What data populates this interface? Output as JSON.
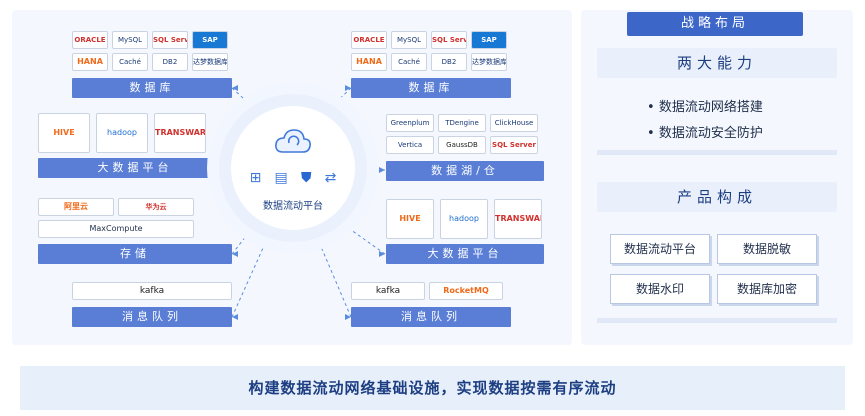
{
  "center": {
    "label": "数据流动平台"
  },
  "left": {
    "db": {
      "logos": [
        "ORACLE",
        "MySQL",
        "SQL Server",
        "SAP",
        "HANA",
        "Caché",
        "DB2",
        "达梦数据库"
      ],
      "title": "数据库"
    },
    "bigdata": {
      "logos": [
        "HIVE",
        "hadoop",
        "TRANSWARP"
      ],
      "title": "大数据平台"
    },
    "storage": {
      "logos": [
        "阿里云",
        "华为云",
        "MaxCompute"
      ],
      "title": "存储"
    },
    "mq": {
      "logos": [
        "kafka"
      ],
      "title": "消息队列"
    }
  },
  "right_diagram": {
    "db": {
      "logos": [
        "ORACLE",
        "MySQL",
        "SQL Server",
        "SAP",
        "HANA",
        "Caché",
        "DB2",
        "达梦数据库"
      ],
      "title": "数据库"
    },
    "lake": {
      "logos": [
        "Greenplum",
        "TDengine",
        "ClickHouse",
        "Vertica",
        "GaussDB",
        "SQL Server"
      ],
      "title": "数据湖/仓"
    },
    "bigdata": {
      "logos": [
        "HIVE",
        "hadoop",
        "TRANSWARP"
      ],
      "title": "大数据平台"
    },
    "mq": {
      "logos": [
        "kafka",
        "RocketMQ"
      ],
      "title": "消息队列"
    }
  },
  "strategy": {
    "title": "战略布局",
    "capabilities_title": "两大能力",
    "capabilities": [
      "数据流动网络搭建",
      "数据流动安全防护"
    ],
    "products_title": "产品构成",
    "products": [
      "数据流动平台",
      "数据脱敏",
      "数据水印",
      "数据库加密"
    ]
  },
  "banner": "构建数据流动网络基础设施，实现数据按需有序流动",
  "colors": {
    "bar": "#5a7ed6",
    "title_bar": "#3c67c9",
    "accent": "#3f78d8"
  }
}
